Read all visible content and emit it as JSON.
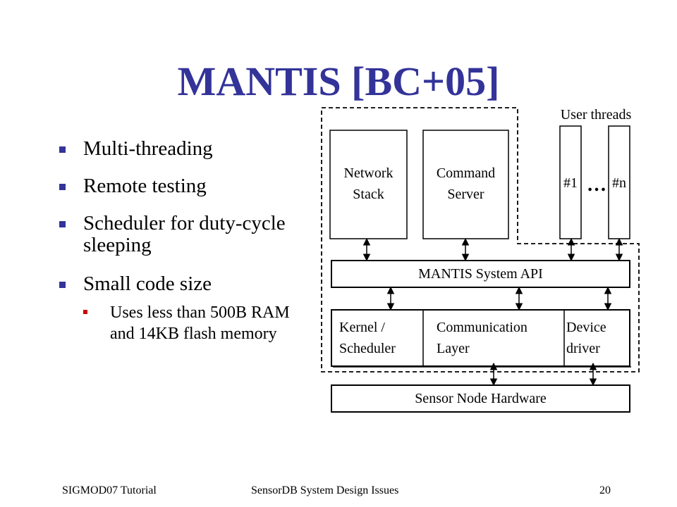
{
  "slide": {
    "title": "MANTIS [BC+05]",
    "bullets": [
      {
        "text": "Multi-threading"
      },
      {
        "text": "Remote testing"
      },
      {
        "text": "Scheduler for duty-cycle sleeping"
      },
      {
        "text": "Small code size"
      }
    ],
    "sub_bullets": [
      {
        "text": "Uses less than 500B RAM and 14KB flash memory"
      }
    ]
  },
  "diagram": {
    "user_threads_label": "User threads",
    "network_stack": "Network\nStack",
    "command_server": "Command\nServer",
    "thread_first": "#1",
    "thread_ellipsis": "…",
    "thread_last": "#n",
    "system_api": "MANTIS System API",
    "kernel": "Kernel /\nScheduler",
    "communication": "Communication\nLayer",
    "device_driver": "Device\ndriver",
    "hardware": "Sensor Node Hardware"
  },
  "footer": {
    "left": "SIGMOD07 Tutorial",
    "center": "SensorDB System Design Issues",
    "page": "20"
  },
  "colors": {
    "title": "#333399",
    "bullet_marker": "#333399",
    "sub_bullet_marker": "#cc0000"
  }
}
